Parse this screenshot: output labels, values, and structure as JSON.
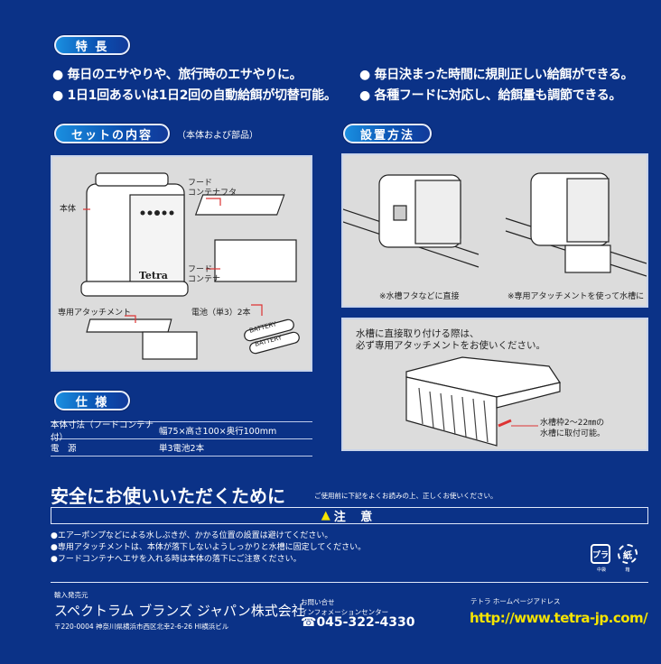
{
  "features": {
    "heading": "特 長",
    "items": [
      "● 毎日のエサやりや、旅行時のエサやりに。",
      "● 毎日決まった時間に規則正しい給餌ができる。",
      "● 1日1回あるいは1日2回の自動給餌が切替可能。",
      "● 各種フードに対応し、給餌量も調節できる。"
    ]
  },
  "contents": {
    "heading": "セットの内容",
    "note": "（本体および部品）",
    "labels": {
      "body": "本体",
      "lid": "フード\nコンテナフタ",
      "container": "フード\nコンテナ",
      "attachment": "専用アタッチメント",
      "battery": "電池（単3）2本",
      "battery_print": "BATTERY",
      "brand": "Tetra"
    }
  },
  "install": {
    "heading": "設置方法",
    "caption1": "※水槽フタなどに直接",
    "caption2": "※専用アタッチメントを使って水槽に",
    "note_line1": "水槽に直接取り付ける際は、",
    "note_line2": "必ず専用アタッチメントをお使いください。",
    "frame_line1": "水槽枠2～22㎜の",
    "frame_line2": "水槽に取付可能。"
  },
  "spec": {
    "heading": "仕 様",
    "rows": [
      {
        "key": "本体寸法（フードコンテナ付）",
        "value": "幅75×高さ100×奥行100mm"
      },
      {
        "key": "電　源",
        "value": "単3電池2本"
      }
    ]
  },
  "safety": {
    "title": "安全にお使いいただくために",
    "subtitle": "ご使用前に下記をよくお読みの上、正しくお使いください。",
    "caution": "注 意",
    "items": [
      "●エアーポンプなどによる水しぶきが、かかる位置の設置は避けてください。",
      "●専用アタッチメントは、本体が落下しないようしっかりと水槽に固定してください。",
      "●フードコンテナへエサを入れる時は本体の落下にご注意ください。"
    ],
    "recycle": [
      {
        "mark": "プラ",
        "label": "中袋"
      },
      {
        "mark": "紙",
        "label": "箱"
      }
    ]
  },
  "footer": {
    "importer_label": "輸入発売元",
    "company": "スペクトラム ブランズ ジャパン株式会社",
    "address": "〒220-0004 神奈川県横浜市西区北幸2-6-26 HI横浜ビル",
    "contact_label": "お問い合せ",
    "center": "インフォメーションセンター",
    "phone": "☎045-322-4330",
    "web_label": "テトラ ホームページアドレス",
    "url": "http://www.tetra-jp.com/"
  },
  "colors": {
    "background": "#0b3287",
    "url": "#f5e400",
    "panel": "#dcdcdc"
  }
}
